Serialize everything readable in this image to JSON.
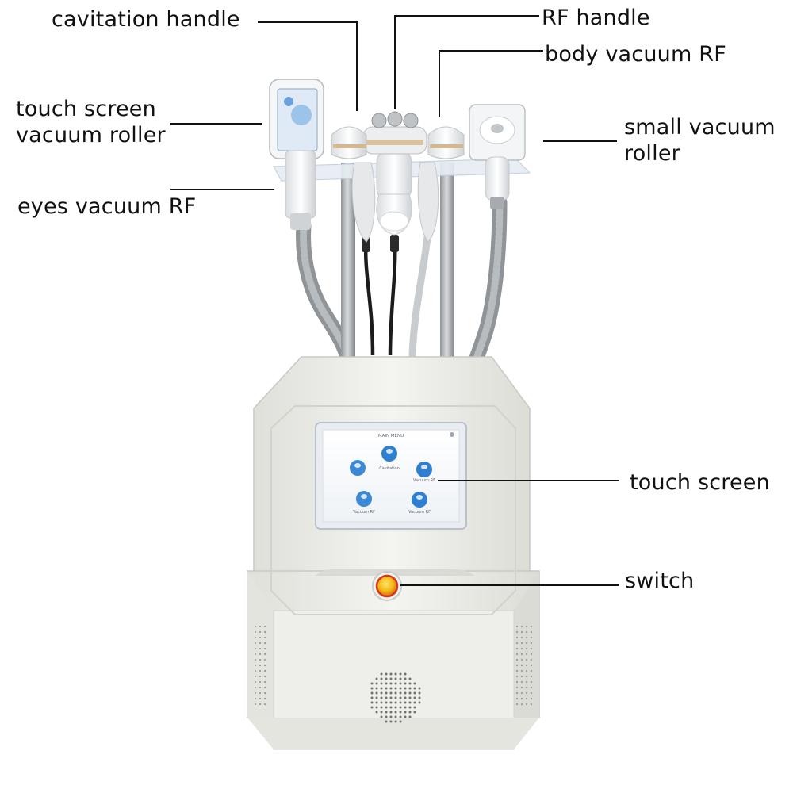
{
  "labels": {
    "cavitation_handle": "cavitation handle",
    "rf_handle": "RF handle",
    "body_vacuum_rf": "body vacuum RF",
    "touch_screen_vacuum_roller": [
      "touch screen",
      "vacuum roller"
    ],
    "small_vacuum_roller": [
      "small vacuum",
      "roller"
    ],
    "eyes_vacuum_rf": "eyes vacuum RF",
    "touch_screen": "touch screen",
    "switch": "switch"
  },
  "screen_ui": {
    "header": "MAIN MENU",
    "items": [
      "Cavitation",
      "Vacuum RF",
      "Vacuum RF",
      "Vacuum RF"
    ]
  },
  "colors": {
    "cabinet": "#f1f2ee",
    "cabinet_shadow": "#dcddd7",
    "screen_bezel": "#eef1f4",
    "screen": "#f7f9fb",
    "icon_blue": "#2f7fd1",
    "switch": "#f3c018",
    "switch_ring": "#d7361e",
    "hose": "#9fa3a6",
    "cable": "#1c1c1c"
  }
}
